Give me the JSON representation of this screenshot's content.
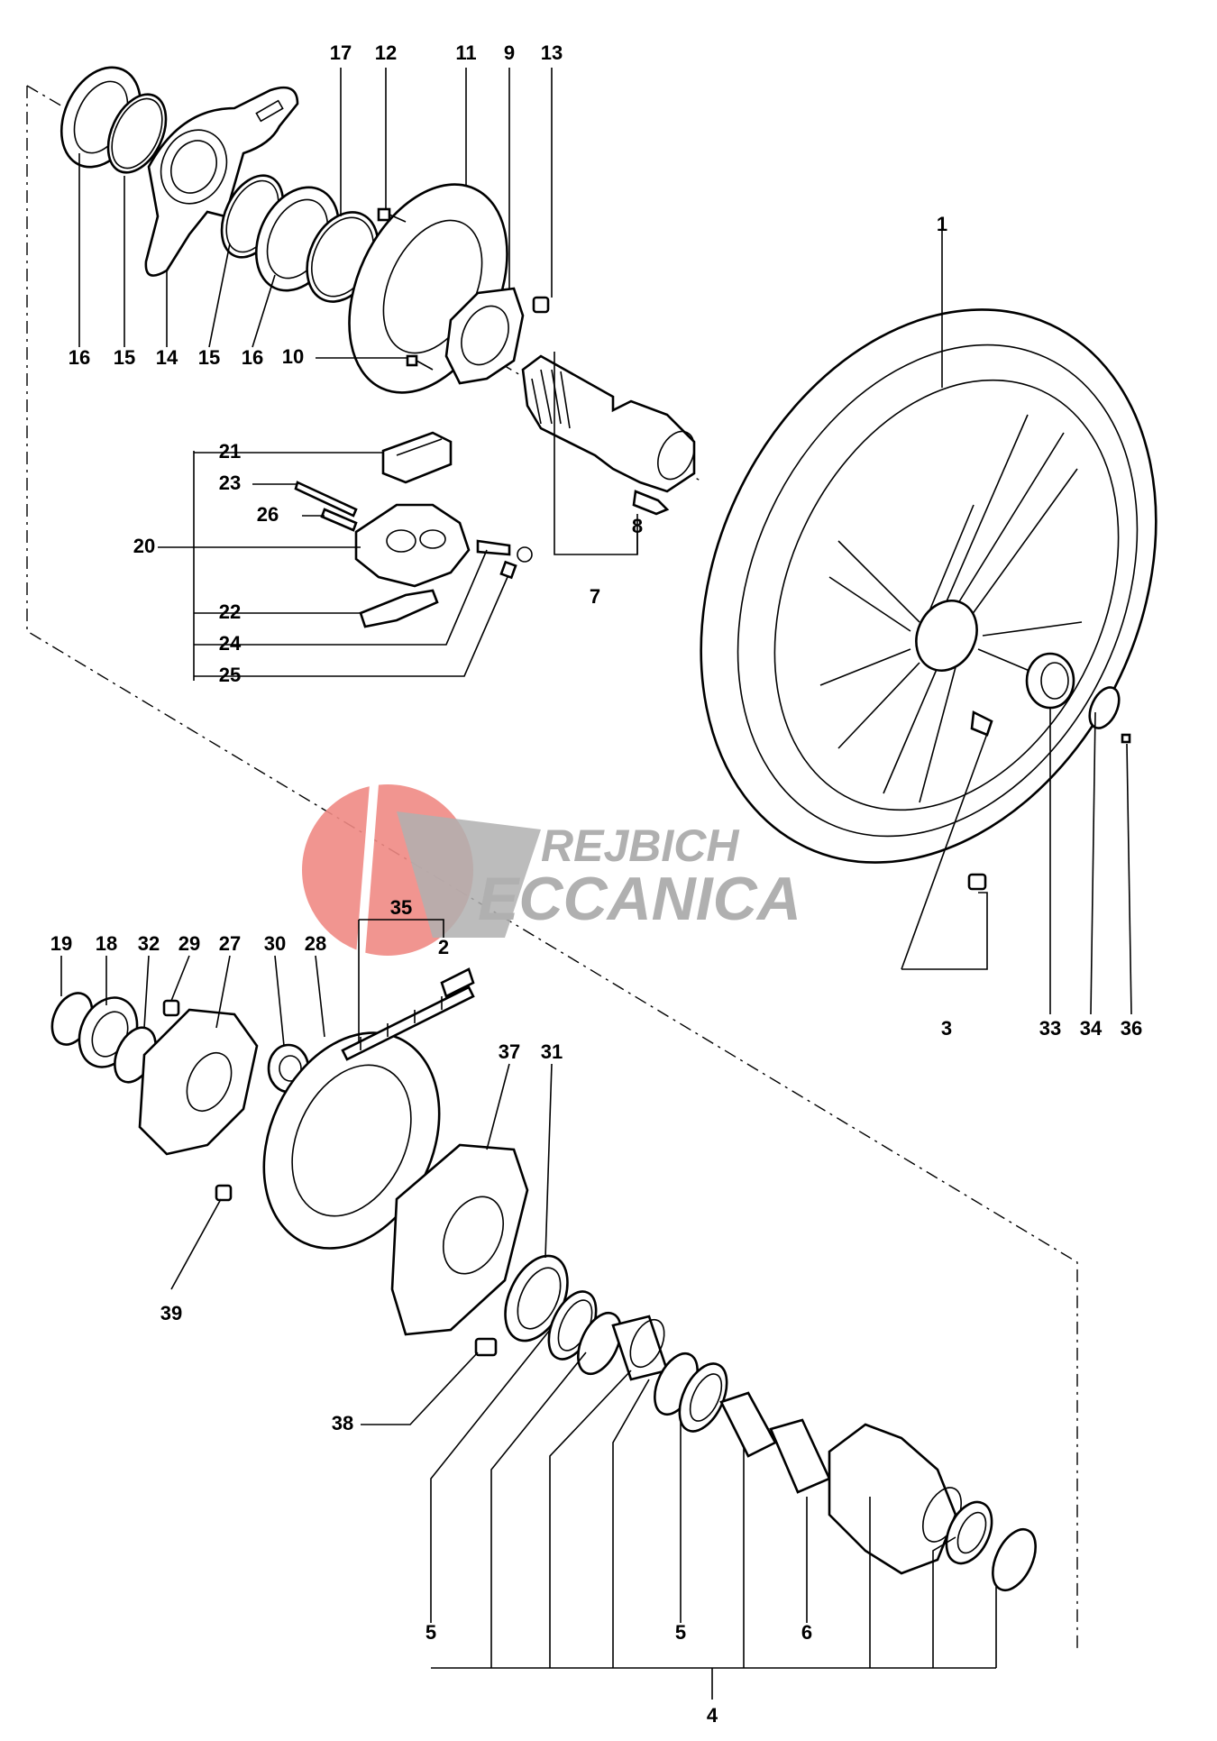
{
  "labels": {
    "l1": "1",
    "l2": "2",
    "l3": "3",
    "l4": "4",
    "l5a": "5",
    "l5b": "5",
    "l6": "6",
    "l7": "7",
    "l8": "8",
    "l9": "9",
    "l10": "10",
    "l11": "11",
    "l12": "12",
    "l13": "13",
    "l14": "14",
    "l15a": "15",
    "l15b": "15",
    "l16a": "16",
    "l16b": "16",
    "l17": "17",
    "l18": "18",
    "l19": "19",
    "l20": "20",
    "l21": "21",
    "l22": "22",
    "l23": "23",
    "l24": "24",
    "l25": "25",
    "l26": "26",
    "l27": "27",
    "l28": "28",
    "l29": "29",
    "l30": "30",
    "l31": "31",
    "l32": "32",
    "l33": "33",
    "l34": "34",
    "l35": "35",
    "l36": "36",
    "l37": "37",
    "l38": "38",
    "l39": "39"
  },
  "watermark": {
    "line1": "REJBICH",
    "line2": "ECCANICA",
    "color_circle": "#f08a84",
    "color_text": "#b0b0b0"
  }
}
